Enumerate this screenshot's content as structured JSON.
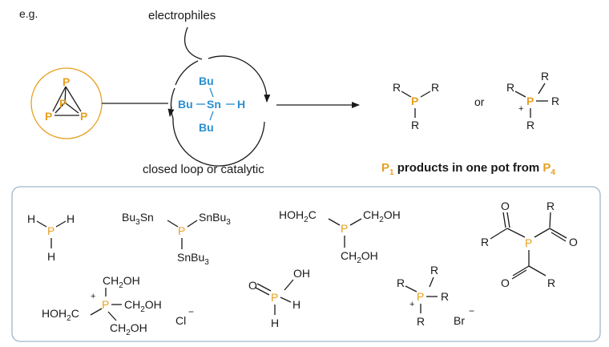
{
  "header": {
    "label": "e.g."
  },
  "cycle": {
    "input_label": "electrophiles",
    "catalyst": {
      "top": "Bu",
      "left": "Bu",
      "sn": "Sn",
      "h": "H",
      "bottom": "Bu"
    },
    "caption": "closed loop or catalytic"
  },
  "p4": {
    "atom": "P"
  },
  "products": {
    "r": "R",
    "p": "P",
    "or": "or",
    "plus": "+",
    "caption": {
      "pre": "P",
      "pre_sub": "1",
      "mid": " products in one pot from ",
      "post": "P",
      "post_sub": "4"
    }
  },
  "examples": {
    "ph3": {
      "h": "H",
      "p": "P"
    },
    "stannyl": {
      "sn": "SnBu",
      "sub": "3",
      "bu": "Bu",
      "sn_suffix": "Sn",
      "p": "P"
    },
    "thp": {
      "ho": "HOH",
      "sub": "2",
      "c": "C",
      "ch": "CH",
      "oh": "OH",
      "p": "P"
    },
    "thpc": {
      "ho": "HOH",
      "sub": "2",
      "c": "C",
      "ch": "CH",
      "oh": "OH",
      "p": "P",
      "plus": "+",
      "counter": "Cl",
      "minus": "−"
    },
    "phosphonic": {
      "o": "O",
      "oh": "OH",
      "h": "H",
      "p": "P"
    },
    "phosphonium": {
      "r": "R",
      "p": "P",
      "plus": "+",
      "counter": "Br",
      "minus": "−"
    },
    "acyl": {
      "o": "O",
      "r": "R",
      "p": "P"
    }
  },
  "colors": {
    "phosphorus": "#e8a020",
    "tin_reagent": "#2a8fd0",
    "text": "#1a1a1a",
    "panel_border": "#9fb6c9"
  }
}
